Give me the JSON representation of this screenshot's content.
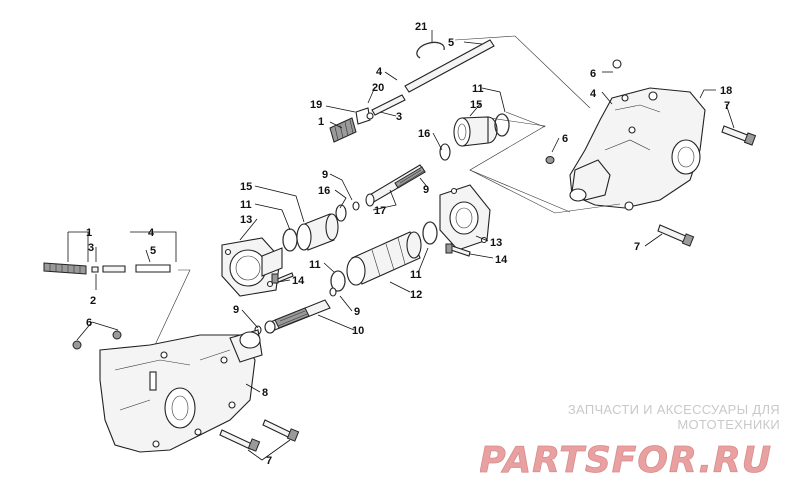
{
  "watermark": {
    "caption": "ЗАПЧАСТИ И АКСЕССУАРЫ ДЛЯ МОТОТЕХНИКИ",
    "logo_text": "PARTSFOR.RU",
    "logo_color": "#e8a0a0"
  },
  "callouts": {
    "c21": "21",
    "c5a": "5",
    "c4a": "4",
    "c20": "20",
    "c19": "19",
    "c3a": "3",
    "c1a": "1",
    "c6a": "6",
    "c4b": "4",
    "c18": "18",
    "c7a": "7",
    "c11a": "11",
    "c15a": "15",
    "c16a": "16",
    "c6b": "6",
    "c9a": "9",
    "c16b": "16",
    "c15b": "15",
    "c11b": "11",
    "c13a": "13",
    "c17": "17",
    "c9b": "9",
    "c13b": "13",
    "c14a": "14",
    "c14b": "14",
    "c11c": "11",
    "c12": "12",
    "c9c": "9",
    "c9d": "9",
    "c10": "10",
    "c1b": "1",
    "c3b": "3",
    "c4c": "4",
    "c5b": "5",
    "c2": "2",
    "c6c": "6",
    "c8": "8",
    "c7b": "7",
    "c7c": "7"
  }
}
